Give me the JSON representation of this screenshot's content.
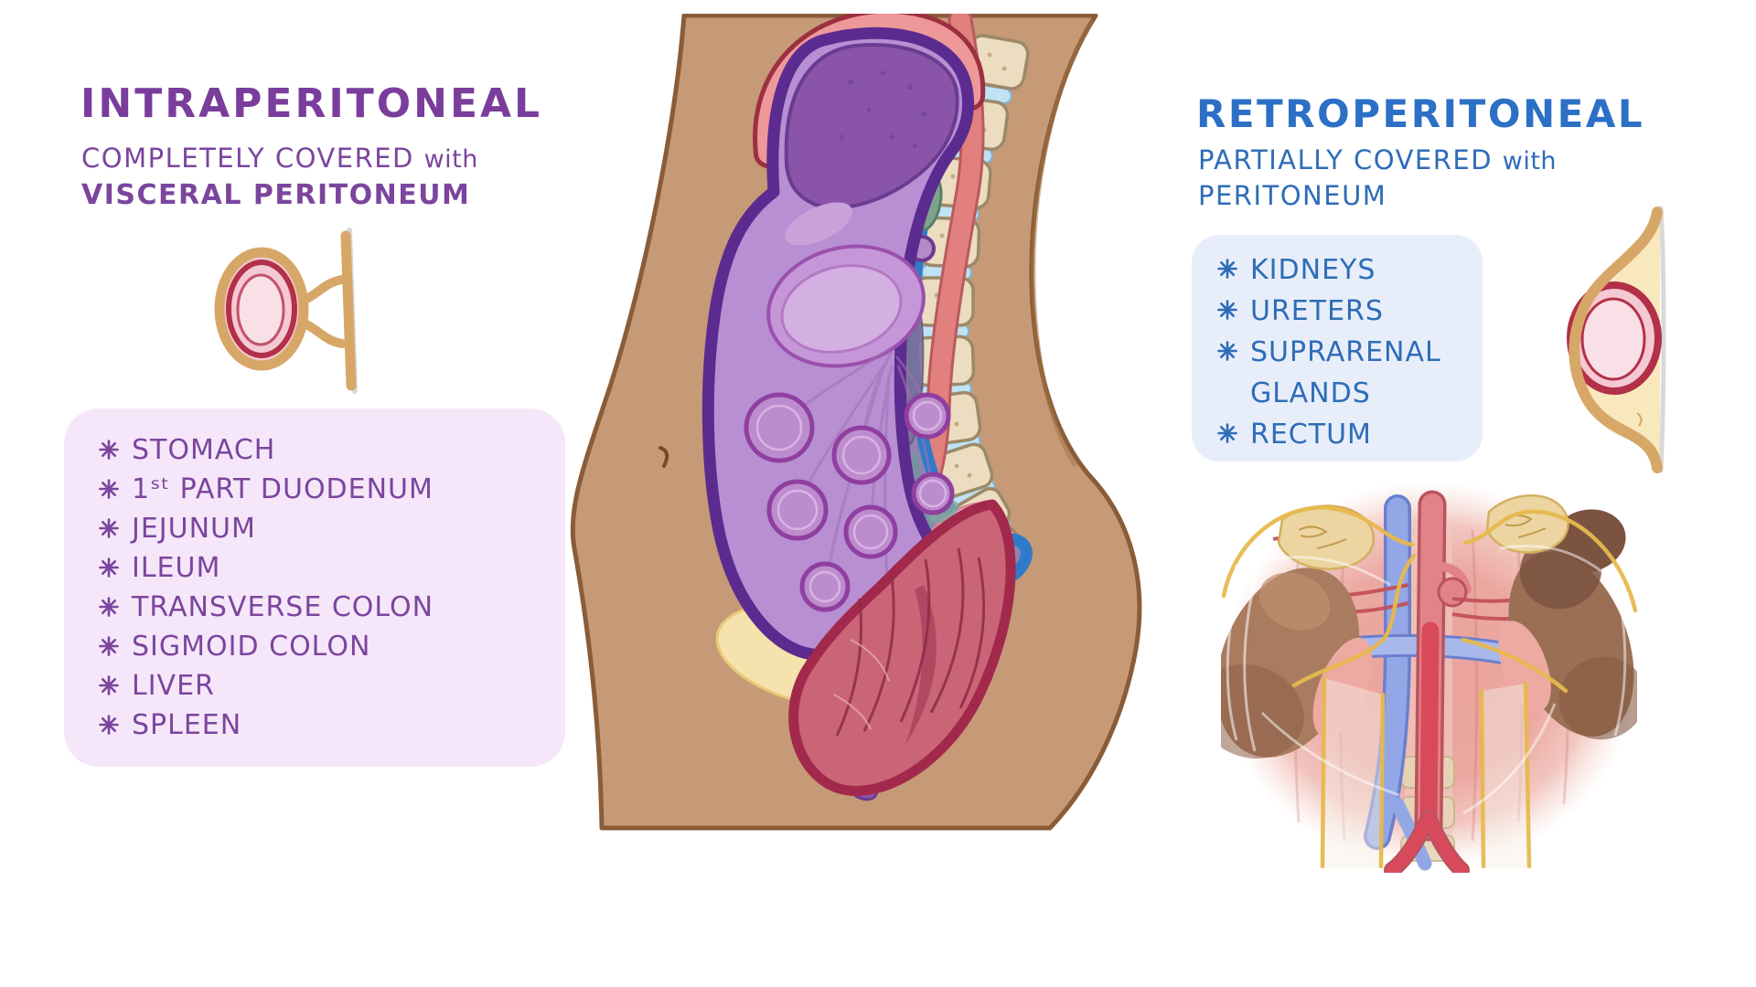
{
  "page": {
    "background": "#ffffff"
  },
  "palette": {
    "purple_title": "#7a3d9c",
    "purple_text": "#7b459e",
    "purple_box_bg": "#f5e7f9",
    "blue_title": "#2b70c5",
    "blue_text": "#2e6cb8",
    "blue_box_bg": "#e8eef9",
    "skin_tan": "#c69a77",
    "peritoneum_tan": "#d7a768",
    "sac_purple": "#b78fd2",
    "sac_outline_purple": "#5b2b90",
    "retro_blue_line": "#2f7bca",
    "organ_maroon": "#a2294c"
  },
  "left_panel": {
    "title": "INTRAPERITONEAL",
    "subtitle": "COMPLETELY COVERED",
    "subtitle_connector": "with",
    "subtitle_emphasis": "VISCERAL PERITONEUM",
    "organs": [
      "STOMACH",
      "1ˢᵗ PART DUODENUM",
      "JEJUNUM",
      "ILEUM",
      "TRANSVERSE COLON",
      "SIGMOID COLON",
      "LIVER",
      "SPLEEN"
    ]
  },
  "right_panel": {
    "title": "RETROPERITONEAL",
    "subtitle": "PARTIALLY COVERED",
    "subtitle_connector": "with",
    "subtitle_emphasis": "PERITONEUM",
    "organs": [
      "KIDNEYS",
      "URETERS",
      "SUPRARENAL GLANDS",
      "RECTUM"
    ]
  },
  "illustrations": {
    "center": "sagittal-section-of-abdomen",
    "left_inset": "organ-completely-wrapped-by-peritoneum",
    "right_inset": "organ-partially-covered-by-peritoneum",
    "bottom_right": "anterior-view-kidneys-and-great-vessels"
  }
}
